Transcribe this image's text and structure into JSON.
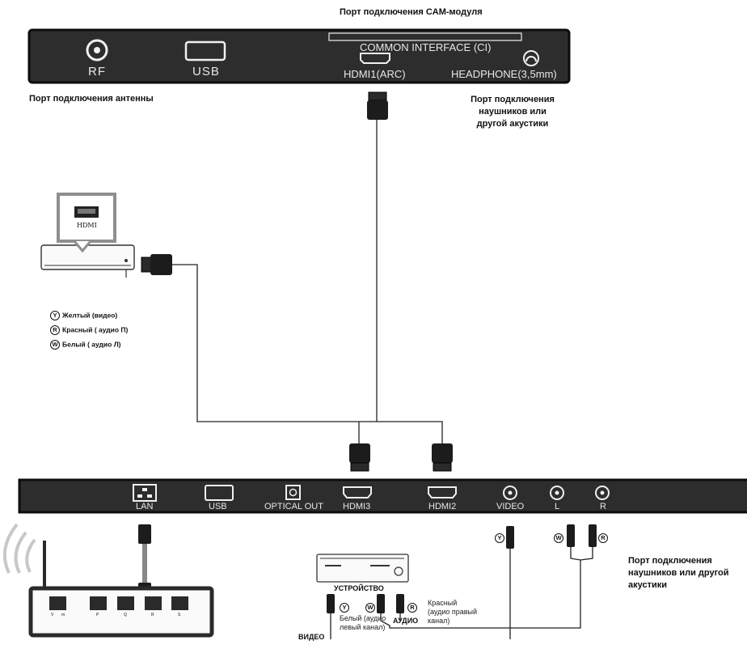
{
  "top_panel": {
    "title_cam": "Порт подключения CAM-модуля",
    "ports": {
      "rf": "RF",
      "usb": "USB",
      "ci": "COMMON INTERFACE (CI)",
      "hdmi1": "HDMI1(ARC)",
      "headphone": "HEADPHONE(3,5mm)"
    },
    "antenna_label": "Порт подключения антенны",
    "headphone_label": [
      "Порт подключения",
      "наушников или",
      "другой акустики"
    ]
  },
  "player": {
    "hdmi_label": "HDMI"
  },
  "legend": [
    {
      "mark": "Y",
      "text": "Желтый (видео)"
    },
    {
      "mark": "R",
      "text": "Красный ( аудио П)"
    },
    {
      "mark": "W",
      "text": "Белый ( аудио Л)"
    }
  ],
  "bottom_panel": {
    "ports": {
      "lan": "LAN",
      "usb": "USB",
      "optical": "OPTICAL OUT",
      "hdmi3": "HDMI3",
      "hdmi2": "HDMI2",
      "video": "VIDEO",
      "l": "L",
      "r": "R"
    }
  },
  "router": {
    "ports": [
      "V",
      "m",
      "P",
      "Q",
      "R",
      "S"
    ]
  },
  "av": {
    "device_label": "УСТРОЙСТВО",
    "white_label": [
      "Белый (аудио",
      "левый канал)"
    ],
    "red_label": [
      "Красный",
      "(аудио правый",
      "канал)"
    ],
    "audio_label": "АУДИО",
    "video_label": "ВИДЕО",
    "marks": {
      "y": "Y",
      "w": "W",
      "r": "R"
    }
  },
  "audio_right_label": [
    "Порт подключения",
    "наушников или другой",
    "акустики"
  ]
}
